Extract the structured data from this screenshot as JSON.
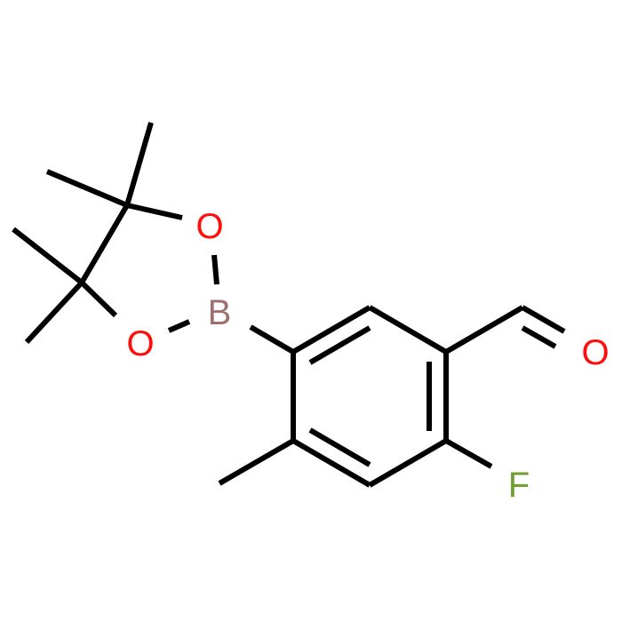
{
  "molecule": {
    "atoms": {
      "o_ring_top": {
        "label": "O",
        "color": "#ff0d0d"
      },
      "o_ring_bottom": {
        "label": "O",
        "color": "#ff0d0d"
      },
      "boron": {
        "label": "B",
        "color": "#a07070"
      },
      "o_aldehyde": {
        "label": "O",
        "color": "#ff0d0d"
      },
      "fluorine": {
        "label": "F",
        "color": "#70a030"
      }
    }
  }
}
